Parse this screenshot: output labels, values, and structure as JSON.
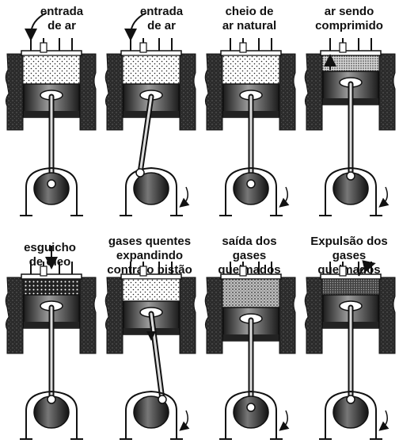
{
  "panels": [
    {
      "caption": [
        "entrada",
        "de ar"
      ],
      "fill": "air",
      "piston": "bottom",
      "arrow": "in-left",
      "crank": "down"
    },
    {
      "caption": [
        "entrada",
        "de ar"
      ],
      "fill": "air",
      "piston": "bottom",
      "arrow": "in-left",
      "crank": "left"
    },
    {
      "caption": [
        "cheio de",
        "ar natural"
      ],
      "fill": "air",
      "piston": "bottom",
      "arrow": "none",
      "crank": "down"
    },
    {
      "caption": [
        "ar sendo",
        "comprimido"
      ],
      "fill": "compressed",
      "piston": "top",
      "arrow": "up",
      "crank": "up"
    },
    {
      "caption": [
        "esguicho",
        "de óleo"
      ],
      "fill": "oil",
      "piston": "top",
      "arrow": "spray",
      "crank": "up"
    },
    {
      "caption": [
        "gases quentes",
        "expandindo",
        "contra o pistão"
      ],
      "fill": "hot",
      "piston": "mid",
      "arrow": "down",
      "crank": "right"
    },
    {
      "caption": [
        "saída dos",
        "gases",
        "queimados"
      ],
      "fill": "exhaust",
      "piston": "bottom",
      "arrow": "none",
      "crank": "down"
    },
    {
      "caption": [
        "Expulsão dos",
        "gases",
        "queimados"
      ],
      "fill": "dense",
      "piston": "top",
      "arrow": "out-right",
      "crank": "up"
    }
  ],
  "colors": {
    "ink": "#111111",
    "wall": "#2b2b2b",
    "metal": "#6a6a6a"
  }
}
